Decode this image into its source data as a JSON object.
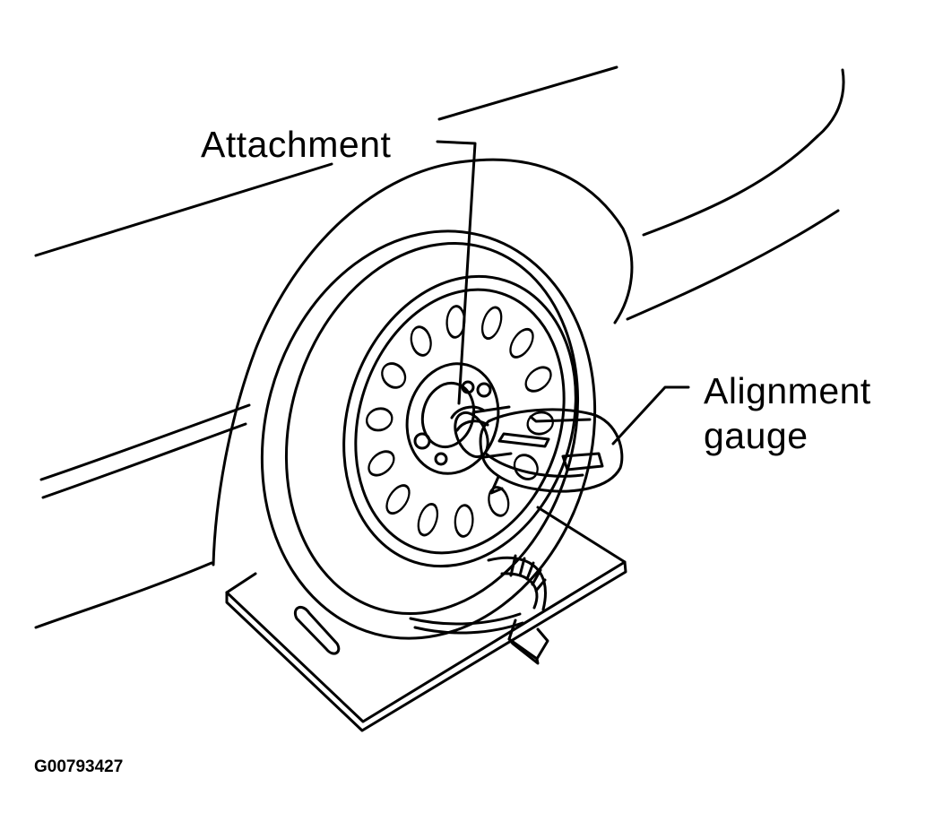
{
  "labels": {
    "attachment": "Attachment",
    "alignment_line1": "Alignment",
    "alignment_line2": "gauge"
  },
  "figure_id": "G00793427",
  "colors": {
    "ink": "#000000",
    "paper": "#ffffff"
  }
}
